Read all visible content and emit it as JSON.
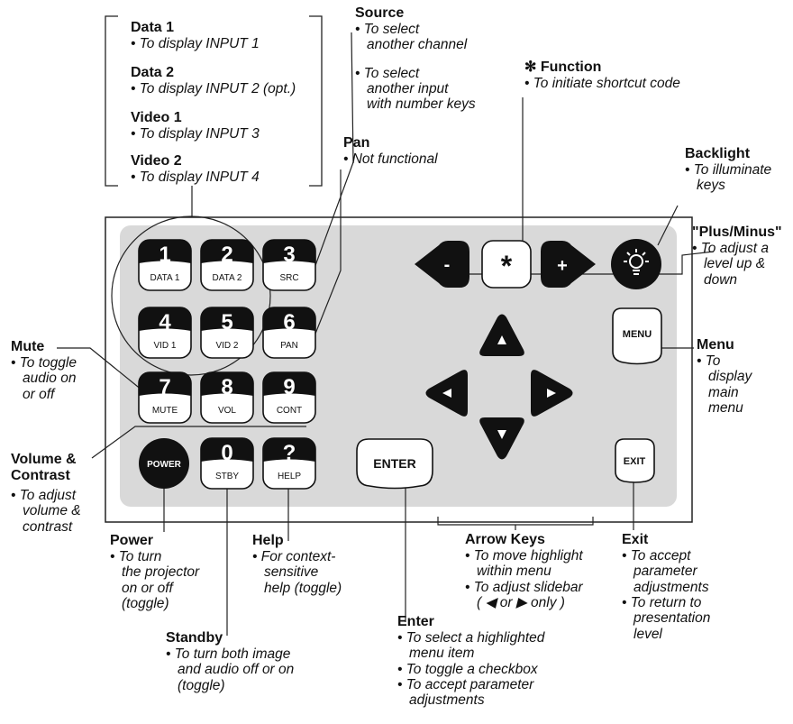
{
  "keys": [
    {
      "glyph": "1",
      "sub": "DATA 1"
    },
    {
      "glyph": "2",
      "sub": "DATA 2"
    },
    {
      "glyph": "3",
      "sub": "SRC"
    },
    {
      "glyph": "4",
      "sub": "VID 1"
    },
    {
      "glyph": "5",
      "sub": "VID 2"
    },
    {
      "glyph": "6",
      "sub": "PAN"
    },
    {
      "glyph": "7",
      "sub": "MUTE"
    },
    {
      "glyph": "8",
      "sub": "VOL"
    },
    {
      "glyph": "9",
      "sub": "CONT"
    },
    {
      "glyph": "0",
      "sub": "STBY"
    },
    {
      "glyph": "?",
      "sub": "HELP"
    }
  ],
  "power_label": "POWER",
  "enter_label": "ENTER",
  "menu_label": "MENU",
  "exit_label": "EXIT",
  "minus_label": "-",
  "plus_label": "+",
  "function_label": "*",
  "callouts": {
    "data1": {
      "title": "Data 1",
      "lines": [
        "• To display INPUT 1"
      ]
    },
    "data2": {
      "title": "Data 2",
      "lines": [
        "• To display INPUT 2 (opt.)"
      ]
    },
    "video1": {
      "title": "Video 1",
      "lines": [
        "• To display INPUT 3"
      ]
    },
    "video2": {
      "title": "Video 2",
      "lines": [
        "• To display INPUT 4"
      ]
    },
    "source": {
      "title": "Source",
      "lines": [
        "• To select",
        "another channel",
        "",
        "• To select",
        "another input",
        "with number keys"
      ]
    },
    "function": {
      "title": "✻ Function",
      "lines": [
        "• To initiate shortcut code"
      ]
    },
    "pan": {
      "title": "Pan",
      "lines": [
        "• Not functional"
      ]
    },
    "backlight": {
      "title": "Backlight",
      "lines": [
        "• To illuminate",
        "keys"
      ]
    },
    "plusminus": {
      "title": "\"Plus/Minus\"",
      "lines": [
        "• To adjust a",
        "level up &",
        "down"
      ]
    },
    "mute": {
      "title": "Mute",
      "lines": [
        "• To toggle",
        "audio on",
        "or off"
      ]
    },
    "menu": {
      "title": "Menu",
      "lines": [
        "• To",
        "display",
        "main",
        "menu"
      ]
    },
    "volume": {
      "title": "Volume &",
      "title2": "Contrast",
      "lines": [
        "• To adjust",
        "volume &",
        "contrast"
      ]
    },
    "power": {
      "title": "Power",
      "lines": [
        "• To turn",
        "the projector",
        "on or off",
        "(toggle)"
      ]
    },
    "help": {
      "title": "Help",
      "lines": [
        "• For context-",
        "sensitive",
        "help (toggle)"
      ]
    },
    "arrow": {
      "title": "Arrow Keys",
      "lines": [
        "• To move highlight",
        "within menu",
        "• To adjust slidebar",
        "( ◀ or ▶ only )"
      ]
    },
    "exit": {
      "title": "Exit",
      "lines": [
        "• To accept",
        "parameter",
        "adjustments",
        "• To return to",
        "presentation",
        "level"
      ]
    },
    "enter": {
      "title": "Enter",
      "lines": [
        "• To select a highlighted",
        "menu item",
        "• To toggle a checkbox",
        "• To accept parameter",
        "adjustments"
      ]
    },
    "standby": {
      "title": "Standby",
      "lines": [
        "• To turn both image",
        "and audio off or on",
        "(toggle)"
      ]
    }
  }
}
